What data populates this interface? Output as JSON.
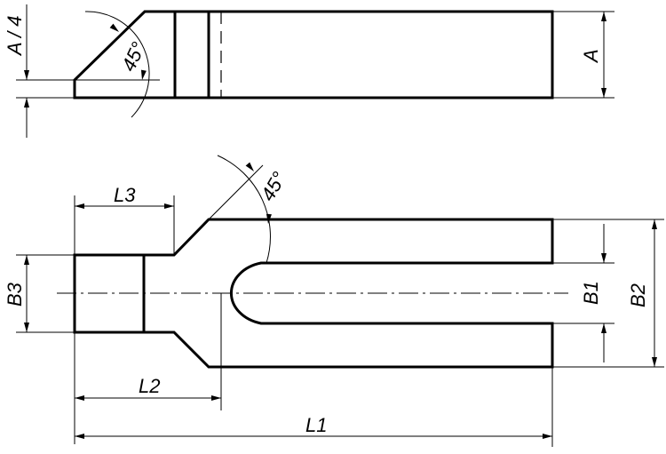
{
  "labels": {
    "A_quarter": "A / 4",
    "A": "A",
    "angle_top": "45°",
    "angle_bottom": "45°",
    "L3": "L3",
    "B3": "B3",
    "B1": "B1",
    "B2": "B2",
    "L2": "L2",
    "L1": "L1"
  }
}
